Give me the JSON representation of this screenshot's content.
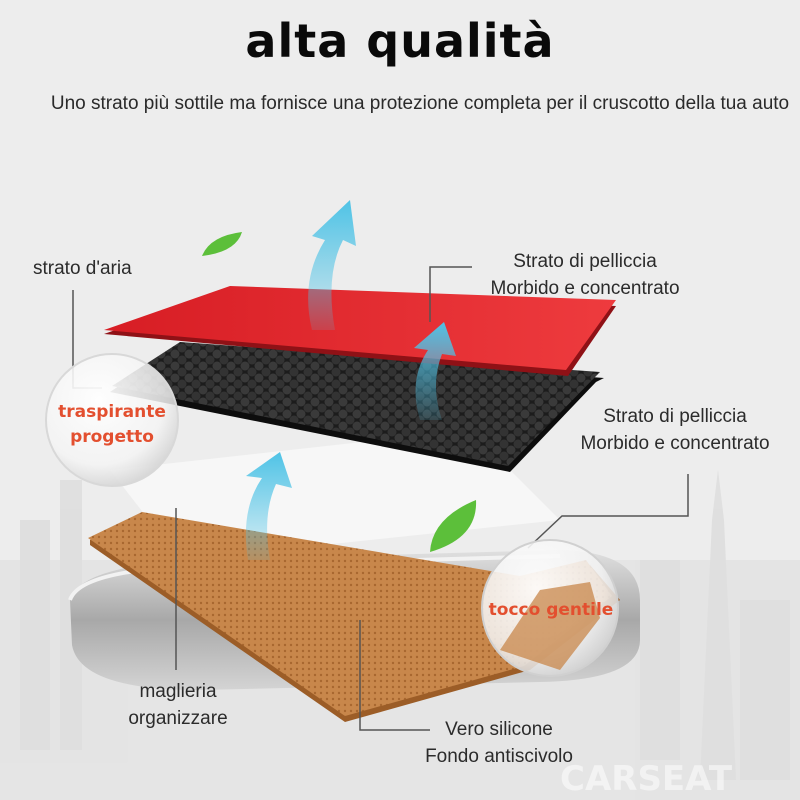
{
  "header": {
    "title": "alta qualità",
    "subtitle": "Uno strato più sottile ma fornisce una protezione completa per il cruscotto della tua auto"
  },
  "callouts": {
    "air_layer": "strato d'aria",
    "top_right": {
      "line1": "Strato di pelliccia",
      "line2": "Morbido e concentrato"
    },
    "middle_right": {
      "line1": "Strato di pelliccia",
      "line2": "Morbido e concentrato"
    },
    "bottom_left": {
      "line1": "maglieria",
      "line2": "organizzare"
    },
    "bottom_right": {
      "line1": "Vero silicone",
      "line2": "Fondo antiscivolo"
    }
  },
  "badges": {
    "breathable": {
      "line1": "traspirante",
      "line2": "progetto"
    },
    "soft_touch": "tocco gentile"
  },
  "colors": {
    "red_layer": "#e02428",
    "black_layer": "#1b1b1b",
    "brown_layer": "#c98a4e",
    "arrow_blue": "#4fc3e6",
    "leaf_green": "#5cbf3a",
    "badge_red": "#e34f2f"
  },
  "watermark": "CARSEAT"
}
